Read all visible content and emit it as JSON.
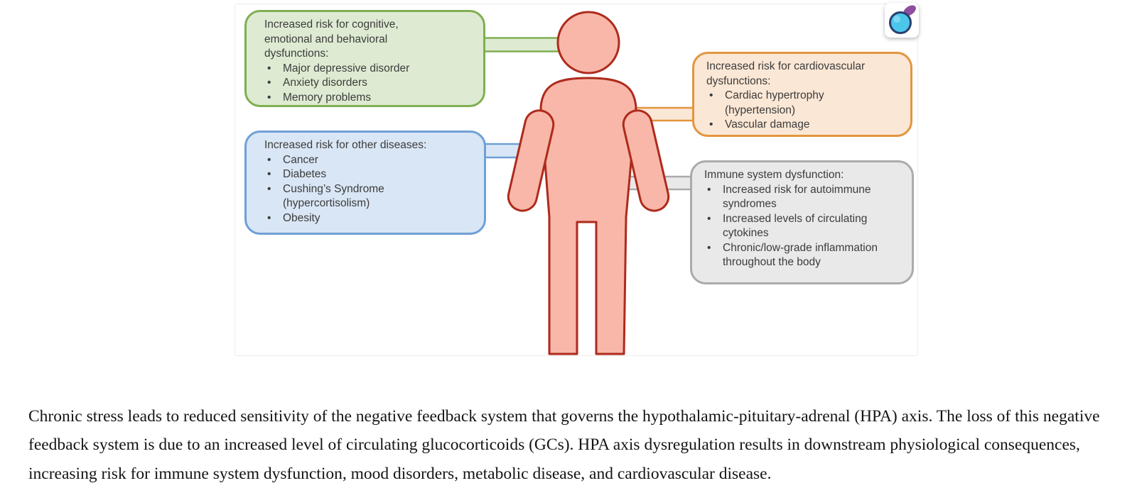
{
  "figure": {
    "callouts": [
      {
        "id": "cognitive",
        "title": "Increased risk for cognitive, emotional and behavioral dysfunctions:",
        "bullets": [
          "Major depressive disorder",
          "Anxiety disorders",
          "Memory problems"
        ],
        "fill": "#DEEBD2",
        "border": "#7FAF51"
      },
      {
        "id": "other-diseases",
        "title": "Increased risk for other diseases:",
        "bullets": [
          "Cancer",
          "Diabetes",
          "Cushing’s Syndrome (hypercortisolism)",
          "Obesity"
        ],
        "fill": "#D9E6F5",
        "border": "#6FA0D6"
      },
      {
        "id": "cardiovascular",
        "title": "Increased risk for cardiovascular dysfunctions:",
        "bullets": [
          "Cardiac hypertrophy (hypertension)",
          "Vascular damage"
        ],
        "fill": "#FBE7D5",
        "border": "#E2953F"
      },
      {
        "id": "immune",
        "title": "Immune system dysfunction:",
        "bullets": [
          "Increased risk for autoimmune syndromes",
          "Increased levels of circulating cytokines",
          "Chronic/low-grade inflammation throughout the body"
        ],
        "fill": "#E9E9E9",
        "border": "#ABABAB"
      }
    ],
    "person": {
      "fill": "#F8B7A8",
      "border": "#AE2A1C"
    },
    "logo": {
      "icon": "magnifier-cell-logo",
      "lens_color": "#4DC6EC",
      "ring_color": "#2A3F6E",
      "handle_color": "#8E4D9E"
    }
  },
  "caption": "Chronic stress leads to reduced sensitivity of the negative feedback system that governs the hypothalamic-pituitary-adrenal (HPA) axis. The loss of this negative feedback system is due to an increased level of circulating glucocorticoids (GCs). HPA axis dysregulation results in downstream physiological consequences, increasing risk for immune system dysfunction, mood disorders, metabolic disease, and cardiovascular disease."
}
